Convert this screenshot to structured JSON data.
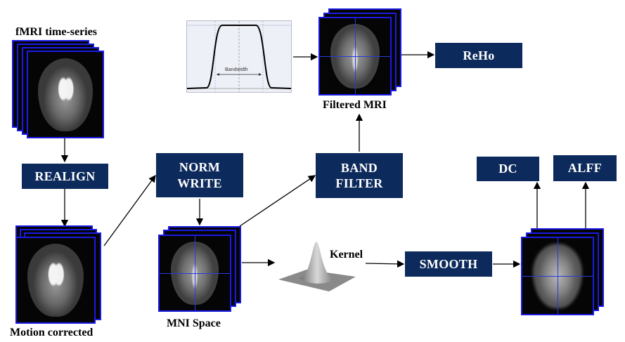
{
  "labels": {
    "fmri": "fMRI time-series",
    "motion": "Motion corrected",
    "mni": "MNI Space",
    "filtered": "Filtered MRI",
    "kernel": "Kernel"
  },
  "boxes": {
    "realign": "REALIGN",
    "norm_line1": "NORM",
    "norm_line2": "WRITE",
    "band_line1": "BAND",
    "band_line2": "FILTER",
    "reho": "ReHo",
    "smooth": "SMOOTH",
    "dc": "DC",
    "alff": "ALFF"
  },
  "filter_plot": {
    "bandwidth_label": "Bandwidth"
  },
  "colors": {
    "box_fill": "#0d2a5c",
    "slice_border": "#1a1ae6",
    "crosshair": "#2a3ae0"
  }
}
